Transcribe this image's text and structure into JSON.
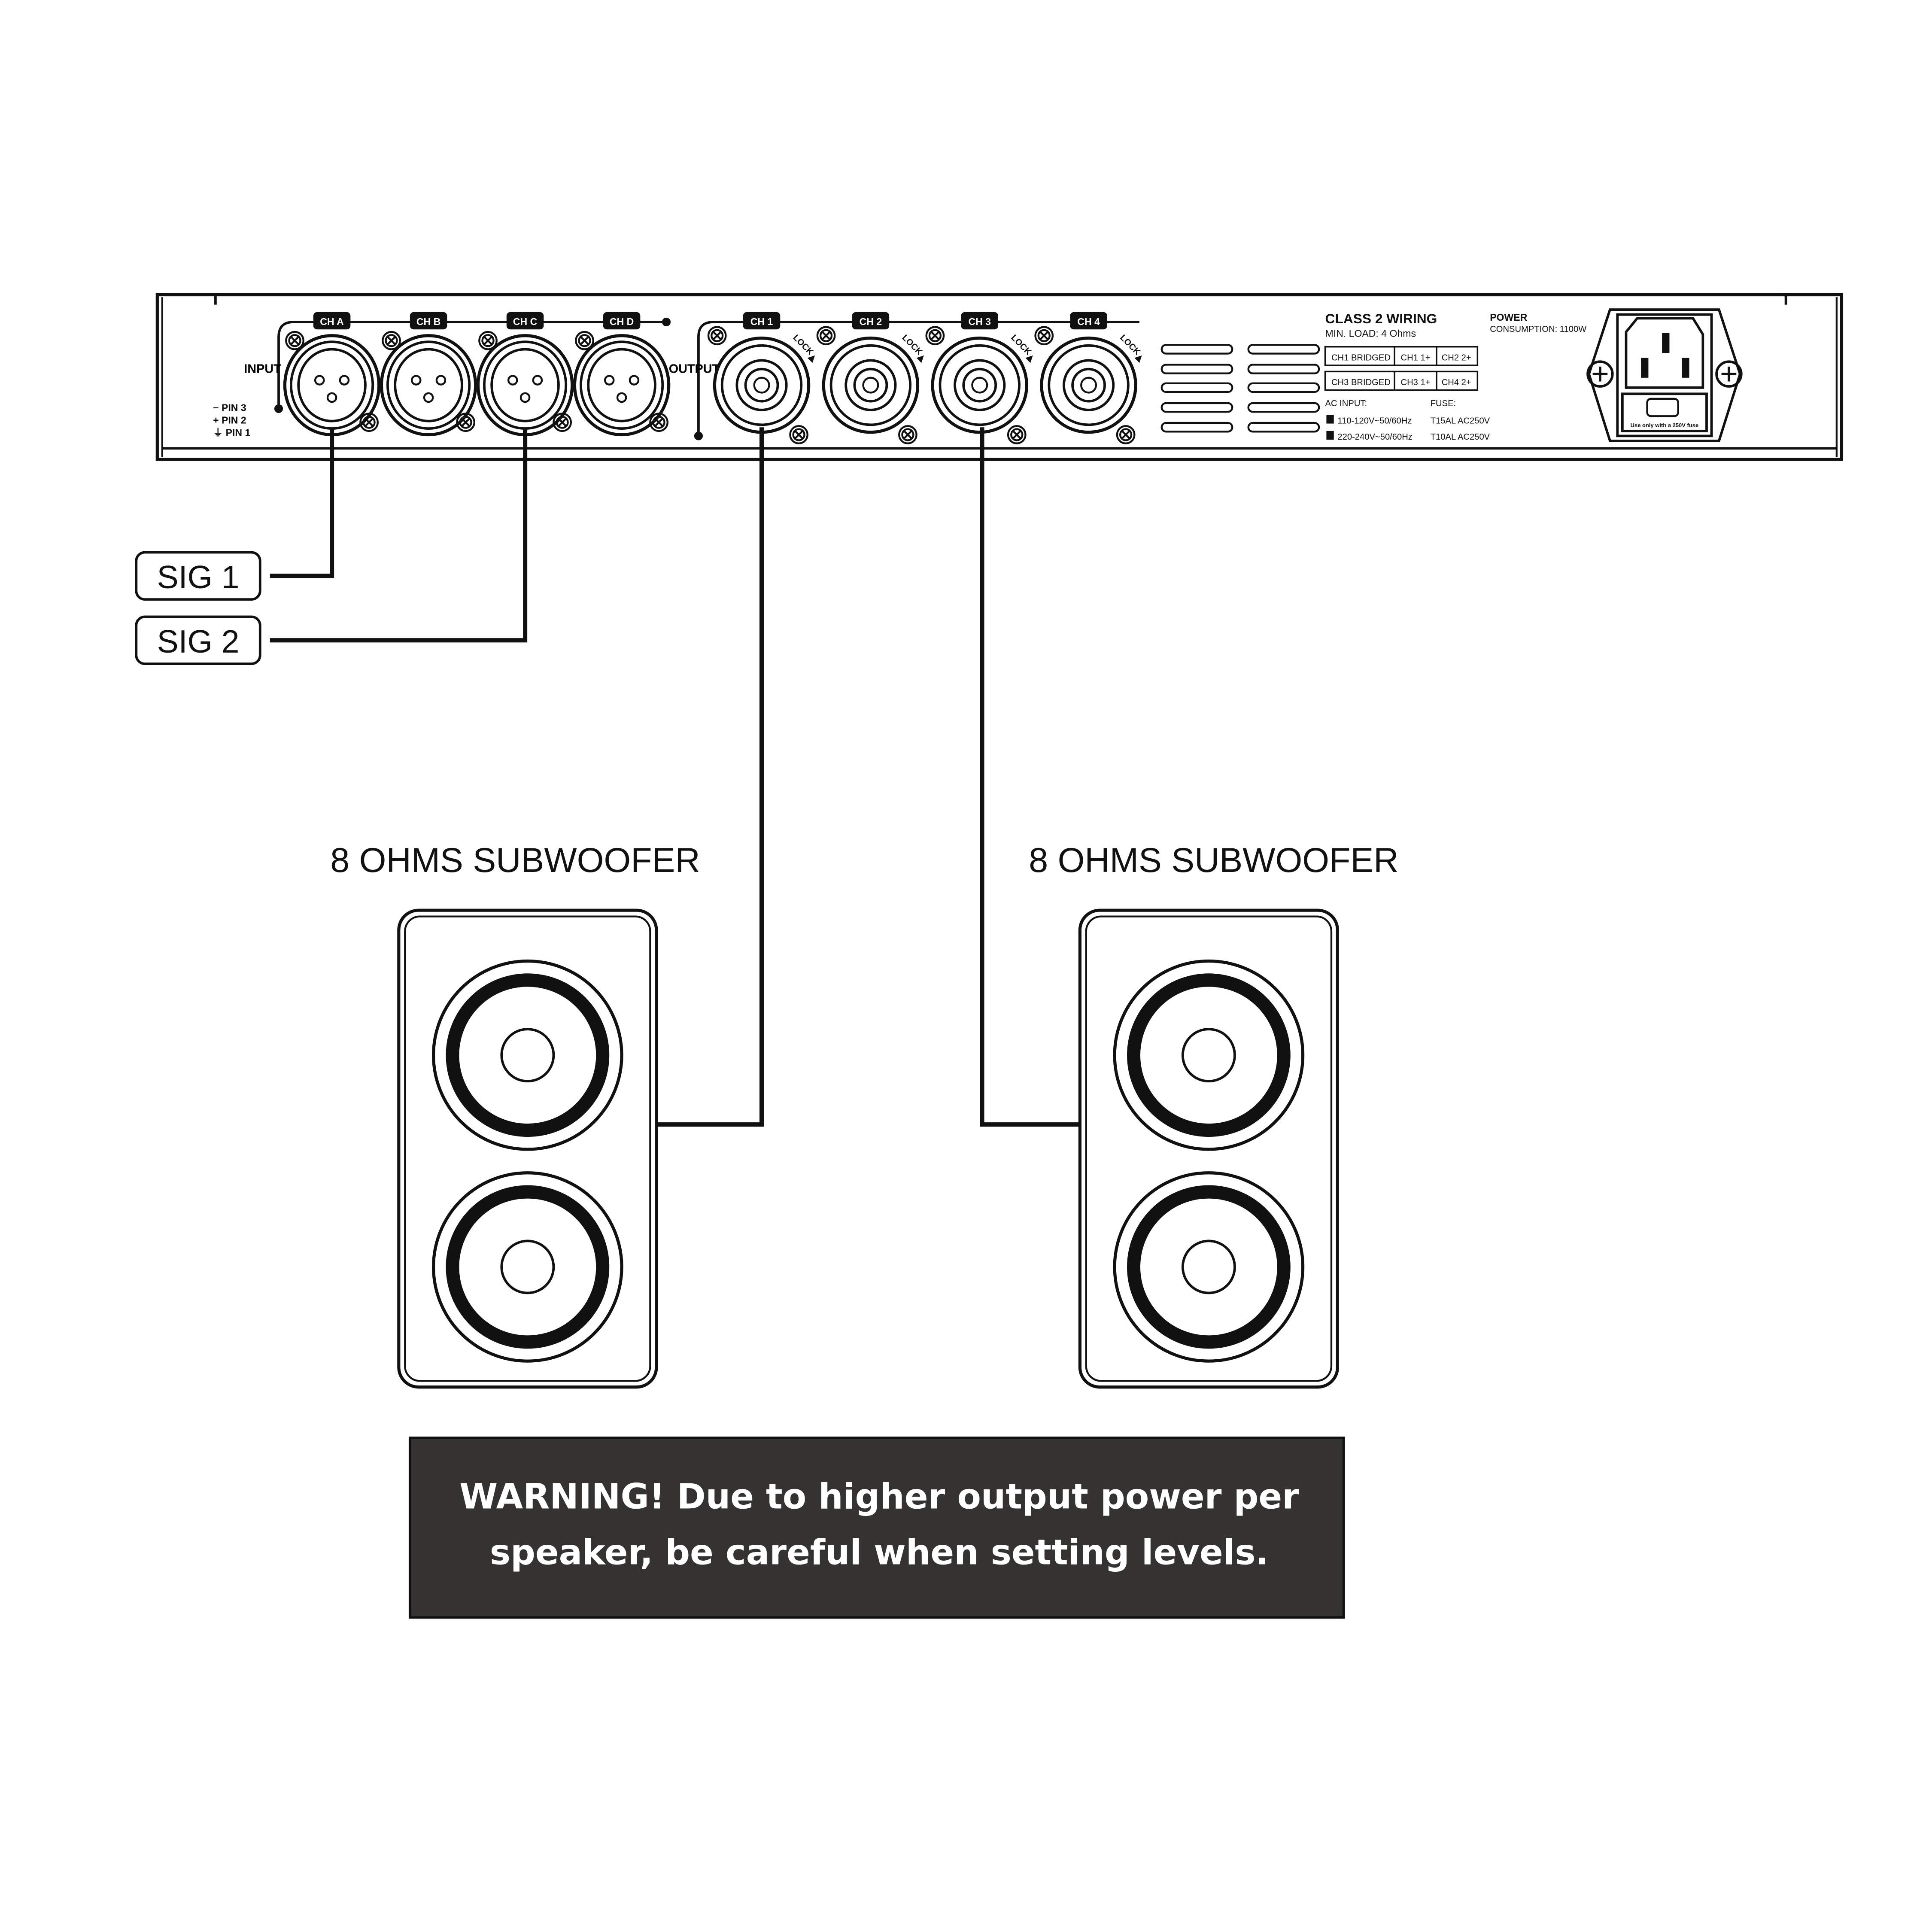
{
  "amp": {
    "input_label": "INPUT",
    "output_label": "OUTPUT",
    "inputs": [
      "CH A",
      "CH B",
      "CH C",
      "CH D"
    ],
    "outputs": [
      "CH 1",
      "CH 2",
      "CH 3",
      "CH 4"
    ],
    "lock_label": "LOCK",
    "pins": [
      "− PIN 3",
      "+ PIN 2",
      "⏚ PIN 1"
    ],
    "class2_title": "CLASS 2 WIRING",
    "min_load": "MIN. LOAD: 4 Ohms",
    "bridge_table": [
      [
        "CH1 BRIDGED",
        "CH1 1+",
        "CH2 2+"
      ],
      [
        "CH3 BRIDGED",
        "CH3 1+",
        "CH4 2+"
      ]
    ],
    "ac_input_label": "AC INPUT:",
    "fuse_label": "FUSE:",
    "ac_rows": [
      [
        "110-120V~50/60Hz",
        "T15AL AC250V"
      ],
      [
        "220-240V~50/60Hz",
        "T10AL AC250V"
      ]
    ],
    "power_title": "POWER",
    "consumption": "CONSUMPTION: 1100W",
    "fuse_note": "Use only with a 250V fuse"
  },
  "signals": [
    "SIG 1",
    "SIG 2"
  ],
  "speakers": [
    "8 OHMS SUBWOOFER",
    "8 OHMS SUBWOOFER"
  ],
  "warning": {
    "line1": "WARNING! Due to higher output power per",
    "line2": "speaker, be careful when setting levels.",
    "bg": "#353331"
  }
}
